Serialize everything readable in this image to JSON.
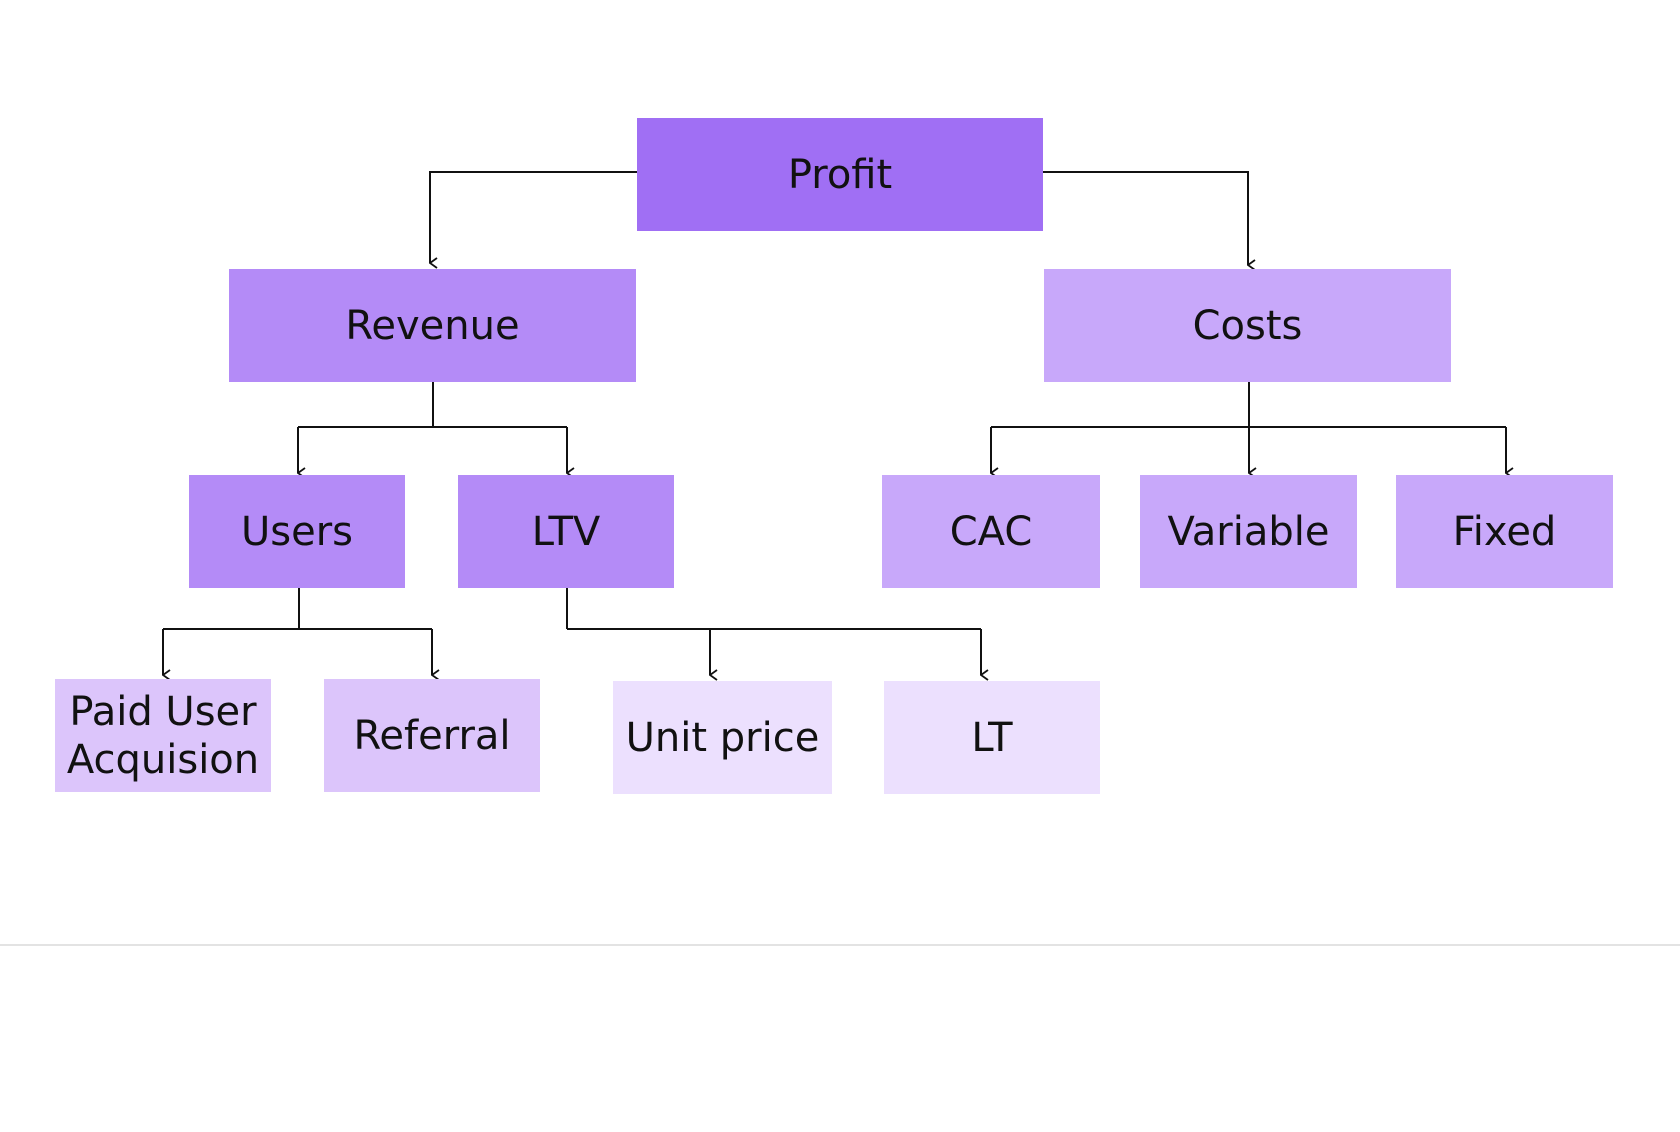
{
  "diagram": {
    "root": {
      "label": "Profit"
    },
    "revenue": {
      "label": "Revenue",
      "users": {
        "label": "Users",
        "paid_user_acquisition": "Paid User Acquision",
        "referral": "Referral"
      },
      "ltv": {
        "label": "LTV",
        "unit_price": "Unit price",
        "lt": "LT"
      }
    },
    "costs": {
      "label": "Costs",
      "cac": "CAC",
      "variable": "Variable",
      "fixed": "Fixed"
    },
    "colors": {
      "level_1": "#a06ff4",
      "level_2": "#b48bf7",
      "level_3": "#c8a8fa",
      "level_4": "#dcc5fb",
      "level_5": "#ece0fe",
      "connector": "#111111"
    }
  }
}
